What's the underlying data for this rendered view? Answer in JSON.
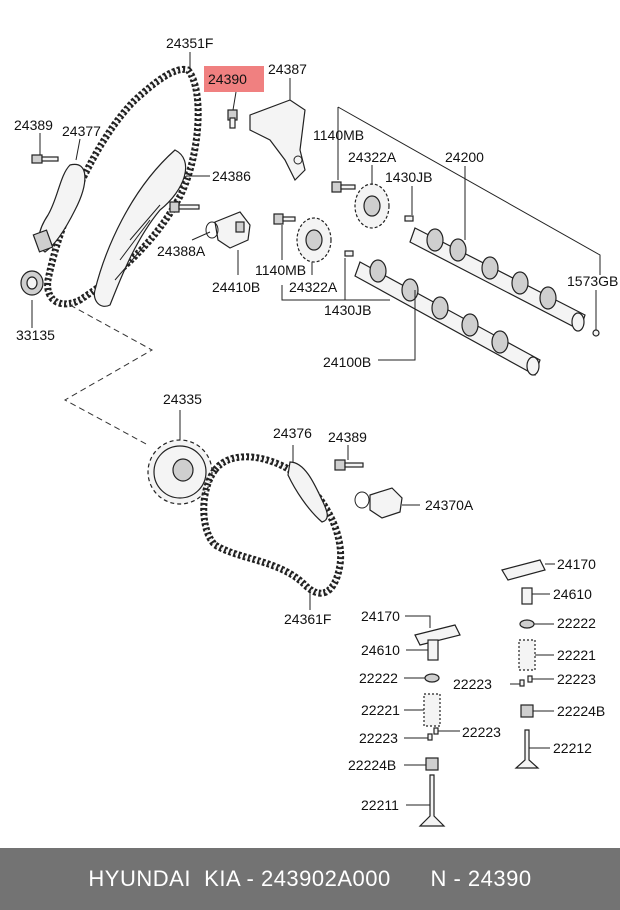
{
  "highlight": {
    "part_number": "24390",
    "color": "#f08080"
  },
  "labels": {
    "l24351F": "24351F",
    "l24390": "24390",
    "l24387": "24387",
    "l24389a": "24389",
    "l24377": "24377",
    "l1140MBa": "1140MB",
    "l24322Aa": "24322A",
    "l24200": "24200",
    "l24386": "24386",
    "l1430JBa": "1430JB",
    "l24388A": "24388A",
    "l24410B": "24410B",
    "l1140MBb": "1140MB",
    "l24322Ab": "24322A",
    "l1573GB": "1573GB",
    "l33135": "33135",
    "l1430JBb": "1430JB",
    "l24100B": "24100B",
    "l24335": "24335",
    "l24376": "24376",
    "l24389b": "24389",
    "l24370A": "24370A",
    "l24361F": "24361F",
    "l24170a": "24170",
    "l24610a": "24610",
    "l22222a": "22222",
    "l24170b": "24170",
    "l22221a": "22221",
    "l24610b": "24610",
    "l22223a": "22223",
    "l22223b": "22223",
    "l22222b": "22222",
    "l22224Ba": "22224B",
    "l22221b": "22221",
    "l22212": "22212",
    "l22223c": "22223",
    "l22223d": "22223",
    "l22224Bb": "22224B",
    "l22211": "22211"
  },
  "footer": {
    "brand": "HYUNDAI  KIA - 243902A000",
    "ref": "N - 24390"
  }
}
